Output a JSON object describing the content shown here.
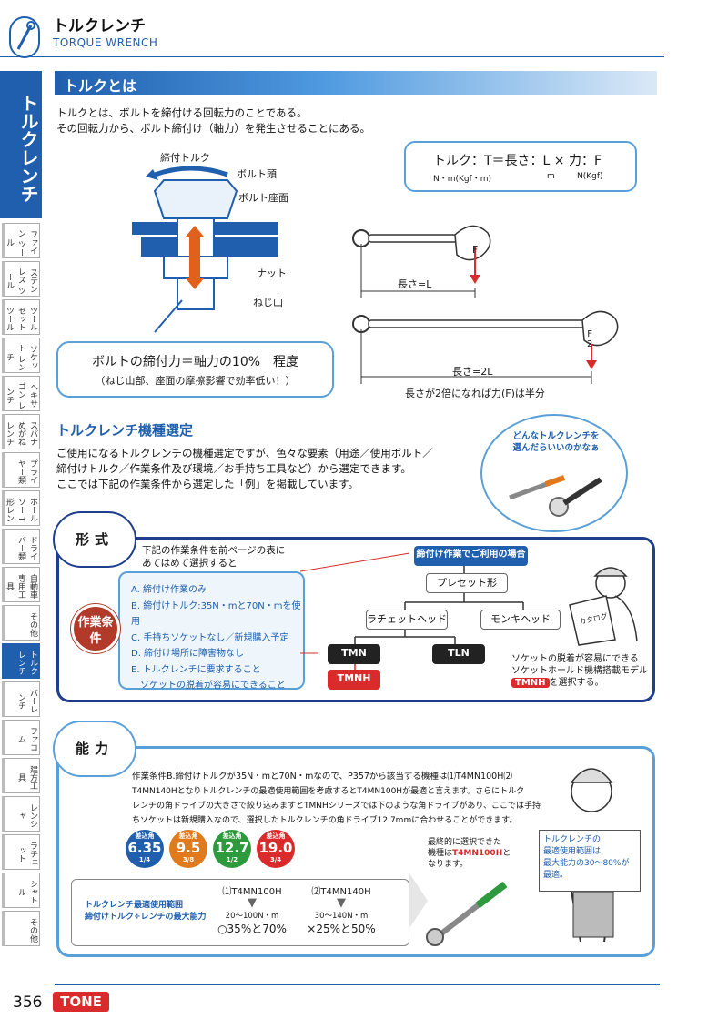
{
  "header": {
    "title": "トルクレンチ",
    "subtitle": "TORQUE WRENCH"
  },
  "side": {
    "main_label": "トルクレンチ",
    "tabs": [
      {
        "label": "ファイン ツール"
      },
      {
        "label": "ステンレス ツール"
      },
      {
        "label": "ツールセット ツールケース"
      },
      {
        "label": "ソケット レンチ"
      },
      {
        "label": "ヘキサゴン レンチ"
      },
      {
        "label": "スパナ めがねレンチ"
      },
      {
        "label": "プライヤー類"
      },
      {
        "label": "ホールソー T形レンチ"
      },
      {
        "label": "ドライバー類"
      },
      {
        "label": "自動車 専用工具"
      },
      {
        "label": "その他"
      },
      {
        "label": "トルクレンチ",
        "active": true
      },
      {
        "label": "バーレンチ"
      },
      {
        "label": "ファコム"
      },
      {
        "label": "建方工具"
      },
      {
        "label": "レンシャ"
      },
      {
        "label": "ラチェット"
      },
      {
        "label": "シャトル"
      },
      {
        "label": "その他"
      }
    ]
  },
  "section1": {
    "title": "トルクとは",
    "intro_line1": "トルクとは、ボルトを締付ける回転力のことである。",
    "intro_line2": "その回転力から、ボルト締付け（軸力）を発生させることにある。"
  },
  "formula": {
    "line1": "トルク：T＝長さ：L × 力：F",
    "unit1": "N・m(Kgf・m)",
    "unit2": "m",
    "unit3": "N(Kgf)"
  },
  "bolt_diagram": {
    "torque_label": "締付トルク",
    "head_label": "ボルト頭",
    "seat_label": "ボルト座面",
    "nut_label": "ナット",
    "thread_label": "ねじ山"
  },
  "bolt_box": {
    "line1": "ボルトの締付力＝軸力の10%　程度",
    "line2": "（ねじ山部、座面の摩擦影響で効率低い！）"
  },
  "wrench_diagram": {
    "force_label": "F",
    "length1": "長さ=L",
    "force2_num": "F",
    "force2_den": "2",
    "length2": "長さ=2L",
    "caption": "長さが2倍になれば力(F)は半分"
  },
  "section2": {
    "title": "トルクレンチ機種選定",
    "line1": "ご使用になるトルクレンチの機種選定ですが、色々な要素（用途／使用ボルト／",
    "line2": "締付けトルク／作業条件及び環境／お手持ち工具など）から選定できます。",
    "line3": "ここでは下記の作業条件から選定した「例」を掲載しています。",
    "bubble": "どんなトルクレンチを\n選んだらいいのかなぁ"
  },
  "panel_form": {
    "label": "形式",
    "intro1": "下記の作業条件を前ページの表に",
    "intro2": "あてはめて選択すると",
    "work_label": "作業条件",
    "conditions": [
      "A. 締付け作業のみ",
      "B. 締付けトルク:35N・mと70N・mを使用",
      "C. 手持ちソケットなし／新規購入予定",
      "D. 締付け場所に障害物なし",
      "E. トルクレンチに要求すること",
      "　ソケットの脱着が容易にできること"
    ],
    "tree": {
      "root": "締付け作業でご利用の場合",
      "preset": "プレセット形",
      "ratchet": "ラチェットヘッド",
      "monkey": "モンキヘッド",
      "tmn": "TMN",
      "tln": "TLN",
      "tmnh": "TMNH"
    },
    "note1": "ソケットの脱着が容易にできる",
    "note2": "ソケットホールド機構搭載モデル",
    "note_model": "TMNH",
    "note3": "を選択する。",
    "catalog": "カタログ"
  },
  "panel_capacity": {
    "label": "能力",
    "line1": "作業条件B.締付けトルクが35N・mと70N・mなので、P357から該当する機種は⑴T4MN100H⑵",
    "line2": "T4MN140Hとなりトルクレンチの最適使用範囲を考慮するとT4MN100Hが最適と言えます。さらにトルク",
    "line3": "レンチの角ドライブの大きさで絞り込みますとTMNHシリーズでは下のような角ドライブがあり、ここでは手持",
    "line4": "ちソケットは新規購入なので、選択したトルクレンチの角ドライブ12.7mmに合わせることができます。",
    "badges": [
      {
        "top": "差込角",
        "value": "6.35",
        "bottom": "1/4",
        "color": "#1f5fae"
      },
      {
        "top": "差込角",
        "value": "9.5",
        "bottom": "3/8",
        "color": "#e07a1c"
      },
      {
        "top": "差込角",
        "value": "12.7",
        "bottom": "1/2",
        "color": "#2e9a3e"
      },
      {
        "top": "差込角",
        "value": "19.0",
        "bottom": "3/4",
        "color": "#d92b2b"
      }
    ],
    "final1": "最終的に選択できた",
    "final2_pre": "機種は",
    "final2_model": "T4MN100H",
    "final2_post": "と",
    "final3": "なります。",
    "range_title1": "トルクレンチ最適使用範囲",
    "range_title2": "締付けトルク÷レンチの最大能力",
    "opt1_name": "⑴T4MN100H",
    "opt1_range": "20〜100N・m",
    "opt1_result": "○35%と70%",
    "opt2_name": "⑵T4MN140H",
    "opt2_range": "30〜140N・m",
    "opt2_result": "×25%と50%",
    "card1": "トルクレンチの",
    "card2": "最適使用範囲は",
    "card3": "最大能力の30〜80%が",
    "card4": "最適。"
  },
  "footer": {
    "page": "356",
    "logo": "TONE"
  }
}
